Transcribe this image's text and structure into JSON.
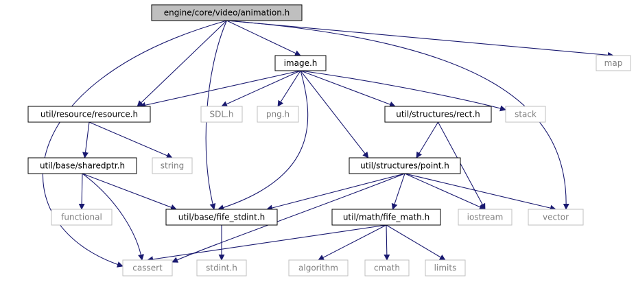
{
  "title": "",
  "colors": {
    "edge": "#191970",
    "root_fill": "#bfbfbf",
    "node_border": "#000000",
    "external_border": "#bfbfbf",
    "node_text": "#000000",
    "external_text": "#7f7f7f"
  },
  "nodes": [
    {
      "id": "animation_h",
      "label": "engine/core/video/animation.h",
      "kind": "root"
    },
    {
      "id": "image_h",
      "label": "image.h",
      "kind": "doc"
    },
    {
      "id": "map",
      "label": "map",
      "kind": "external"
    },
    {
      "id": "resource_h",
      "label": "util/resource/resource.h",
      "kind": "doc"
    },
    {
      "id": "sdl_h",
      "label": "SDL.h",
      "kind": "external"
    },
    {
      "id": "png_h",
      "label": "png.h",
      "kind": "external"
    },
    {
      "id": "rect_h",
      "label": "util/structures/rect.h",
      "kind": "doc"
    },
    {
      "id": "stack",
      "label": "stack",
      "kind": "external"
    },
    {
      "id": "sharedptr_h",
      "label": "util/base/sharedptr.h",
      "kind": "doc"
    },
    {
      "id": "string",
      "label": "string",
      "kind": "external"
    },
    {
      "id": "point_h",
      "label": "util/structures/point.h",
      "kind": "doc"
    },
    {
      "id": "functional",
      "label": "functional",
      "kind": "external"
    },
    {
      "id": "fife_stdint_h",
      "label": "util/base/fife_stdint.h",
      "kind": "doc"
    },
    {
      "id": "fife_math_h",
      "label": "util/math/fife_math.h",
      "kind": "doc"
    },
    {
      "id": "iostream",
      "label": "iostream",
      "kind": "external"
    },
    {
      "id": "vector",
      "label": "vector",
      "kind": "external"
    },
    {
      "id": "cassert",
      "label": "cassert",
      "kind": "external"
    },
    {
      "id": "stdint_h",
      "label": "stdint.h",
      "kind": "external"
    },
    {
      "id": "algorithm",
      "label": "algorithm",
      "kind": "external"
    },
    {
      "id": "cmath",
      "label": "cmath",
      "kind": "external"
    },
    {
      "id": "limits",
      "label": "limits",
      "kind": "external"
    }
  ],
  "edges": [
    {
      "from": "animation_h",
      "to": "image_h"
    },
    {
      "from": "animation_h",
      "to": "map"
    },
    {
      "from": "animation_h",
      "to": "resource_h"
    },
    {
      "from": "animation_h",
      "to": "fife_stdint_h"
    },
    {
      "from": "animation_h",
      "to": "vector"
    },
    {
      "from": "animation_h",
      "to": "cassert"
    },
    {
      "from": "image_h",
      "to": "resource_h"
    },
    {
      "from": "image_h",
      "to": "sdl_h"
    },
    {
      "from": "image_h",
      "to": "png_h"
    },
    {
      "from": "image_h",
      "to": "fife_stdint_h"
    },
    {
      "from": "image_h",
      "to": "point_h"
    },
    {
      "from": "image_h",
      "to": "rect_h"
    },
    {
      "from": "image_h",
      "to": "stack"
    },
    {
      "from": "resource_h",
      "to": "sharedptr_h"
    },
    {
      "from": "resource_h",
      "to": "string"
    },
    {
      "from": "rect_h",
      "to": "point_h"
    },
    {
      "from": "rect_h",
      "to": "iostream"
    },
    {
      "from": "sharedptr_h",
      "to": "functional"
    },
    {
      "from": "sharedptr_h",
      "to": "cassert"
    },
    {
      "from": "sharedptr_h",
      "to": "fife_stdint_h"
    },
    {
      "from": "point_h",
      "to": "fife_stdint_h"
    },
    {
      "from": "point_h",
      "to": "cassert"
    },
    {
      "from": "point_h",
      "to": "fife_math_h"
    },
    {
      "from": "point_h",
      "to": "iostream"
    },
    {
      "from": "point_h",
      "to": "vector"
    },
    {
      "from": "fife_stdint_h",
      "to": "stdint_h"
    },
    {
      "from": "fife_math_h",
      "to": "cassert"
    },
    {
      "from": "fife_math_h",
      "to": "algorithm"
    },
    {
      "from": "fife_math_h",
      "to": "cmath"
    },
    {
      "from": "fife_math_h",
      "to": "limits"
    }
  ]
}
